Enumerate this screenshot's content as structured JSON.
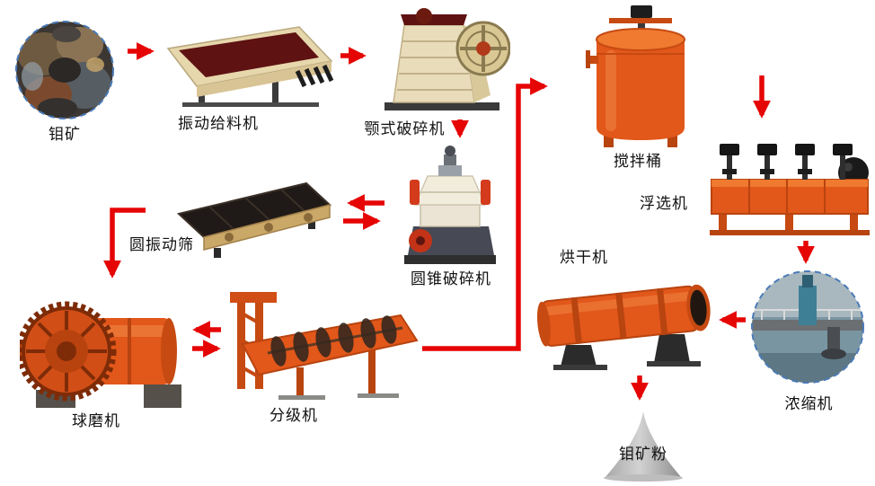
{
  "diagram": {
    "nodes": {
      "ore": "钼矿",
      "vibrating_feeder": "振动给料机",
      "jaw_crusher": "颚式破碎机",
      "mixing_tank": "搅拌桶",
      "flotation_machine": "浮选机",
      "circular_vibrating_screen": "圆振动筛",
      "cone_crusher": "圆锥破碎机",
      "dryer": "烘干机",
      "thickener": "浓缩机",
      "ball_mill": "球磨机",
      "classifier": "分级机",
      "molybdenum_powder": "钼矿粉"
    },
    "edges": [
      {
        "from": "钼矿",
        "to": "振动给料机"
      },
      {
        "from": "振动给料机",
        "to": "颚式破碎机"
      },
      {
        "from": "颚式破碎机",
        "to": "圆锥破碎机"
      },
      {
        "from": "圆锥破碎机",
        "to": "圆振动筛"
      },
      {
        "from": "圆振动筛",
        "to": "圆锥破碎机"
      },
      {
        "from": "圆振动筛",
        "to": "球磨机"
      },
      {
        "from": "球磨机",
        "to": "分级机"
      },
      {
        "from": "分级机",
        "to": "球磨机"
      },
      {
        "from": "分级机",
        "to": "搅拌桶"
      },
      {
        "from": "搅拌桶",
        "to": "浮选机"
      },
      {
        "from": "浮选机",
        "to": "浓缩机"
      },
      {
        "from": "浓缩机",
        "to": "烘干机"
      },
      {
        "from": "烘干机",
        "to": "钼矿粉"
      }
    ],
    "colors": {
      "arrow_red": "#e60505",
      "machine_orange": "#e2571a",
      "machine_beige": "#e9dcba",
      "dark_red": "#5e1212",
      "photo_border_blue": "#4a7ab8",
      "background": "#ffffff"
    }
  }
}
